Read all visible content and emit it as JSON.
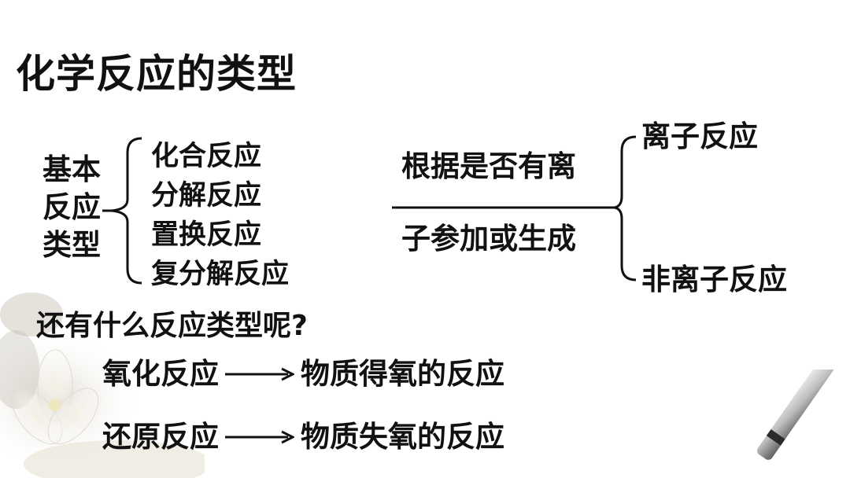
{
  "title": "化学反应的类型",
  "basic": {
    "label_lines": [
      "基本",
      "反应",
      "类型"
    ],
    "types": [
      "化合反应",
      "分解反应",
      "置换反应",
      "复分解反应"
    ]
  },
  "ionic": {
    "condition_top": "根据是否有离",
    "condition_bottom": "子参加或生成",
    "types": [
      "离子反应",
      "非离子反应"
    ]
  },
  "question": "还有什么反应类型呢?",
  "redox": [
    {
      "name": "氧化反应",
      "definition": "物质得氧的反应"
    },
    {
      "name": "还原反应",
      "definition": "物质失氧的反应"
    }
  ],
  "decor": {
    "flower_icon": "lotus-flower-icon",
    "pen_icon": "calligraphy-brush-icon"
  }
}
